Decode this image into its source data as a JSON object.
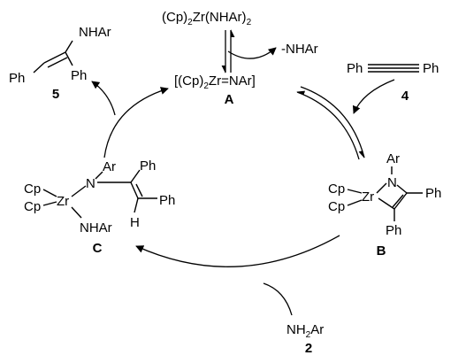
{
  "scheme": {
    "labels": {
      "A": "A",
      "B": "B",
      "C": "C",
      "two": "2",
      "four": "4",
      "five": "5"
    },
    "species": {
      "precursor": {
        "open": "(Cp)",
        "sub2a": "2",
        "zr": "Zr(NHAr)",
        "sub2b": "2"
      },
      "loss": "-NHAr",
      "imido": {
        "open": "[(Cp)",
        "sub2": "2",
        "rest": "Zr=NAr]"
      },
      "alkyne": {
        "left": "Ph",
        "right": "Ph"
      },
      "metallacycle": {
        "ar": "Ar",
        "n": "N",
        "zr": "Zr",
        "cp1": "Cp",
        "cp2": "Cp",
        "ph_right": "Ph",
        "ph_bottom": "Ph"
      },
      "amido": {
        "cp1": "Cp",
        "cp2": "Cp",
        "zr": "Zr",
        "n": "N",
        "ar": "Ar",
        "nhar": "NHAr",
        "ph_top": "Ph",
        "ph_right": "Ph",
        "h": "H"
      },
      "amine": {
        "nh": "NH",
        "sub2": "2",
        "ar": "Ar"
      },
      "enamine": {
        "nhar": "NHAr",
        "ph_left": "Ph",
        "ph_right": "Ph"
      }
    },
    "colors": {
      "ink": "#000000",
      "background": "#ffffff"
    }
  }
}
